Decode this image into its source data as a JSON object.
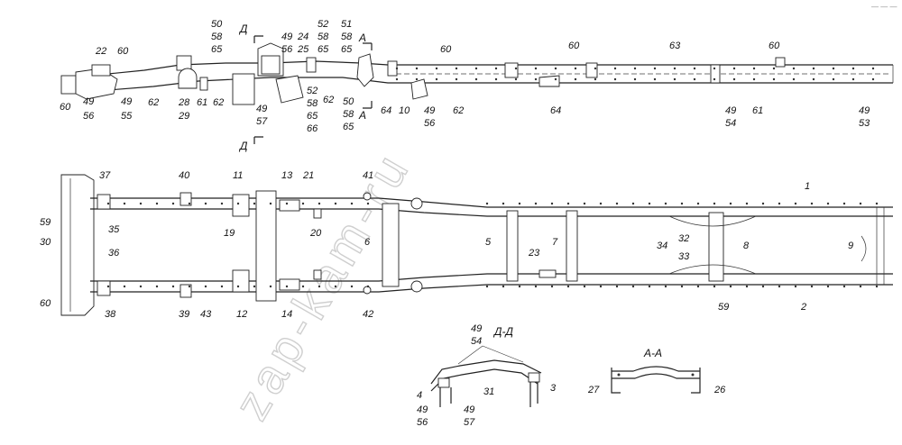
{
  "watermark": "zap-kam-ru",
  "mark": "— — —",
  "sections": {
    "dd": "Д-Д",
    "aa": "А-А",
    "arrow_d_top": "Д",
    "arrow_d_bottom": "Д",
    "arrow_a_top": "А",
    "arrow_a_bottom": "А"
  },
  "labels": {
    "side": [
      {
        "id": "s22",
        "text": "22"
      },
      {
        "id": "s60a",
        "text": "60"
      },
      {
        "id": "s60b",
        "text": "60"
      },
      {
        "id": "s49a",
        "text": "49"
      },
      {
        "id": "s56a",
        "text": "56"
      },
      {
        "id": "s49b",
        "text": "49"
      },
      {
        "id": "s55",
        "text": "55"
      },
      {
        "id": "s62a",
        "text": "62"
      },
      {
        "id": "s28",
        "text": "28"
      },
      {
        "id": "s29",
        "text": "29"
      },
      {
        "id": "s61a",
        "text": "61"
      },
      {
        "id": "s62b",
        "text": "62"
      },
      {
        "id": "s50a",
        "text": "50"
      },
      {
        "id": "s58a",
        "text": "58"
      },
      {
        "id": "s65a",
        "text": "65"
      },
      {
        "id": "s49c",
        "text": "49"
      },
      {
        "id": "s56b",
        "text": "56"
      },
      {
        "id": "s24",
        "text": "24"
      },
      {
        "id": "s25",
        "text": "25"
      },
      {
        "id": "s52a",
        "text": "52"
      },
      {
        "id": "s58b",
        "text": "58"
      },
      {
        "id": "s65b",
        "text": "65"
      },
      {
        "id": "s51",
        "text": "51"
      },
      {
        "id": "s58c",
        "text": "58"
      },
      {
        "id": "s65c",
        "text": "65"
      },
      {
        "id": "s49d",
        "text": "49"
      },
      {
        "id": "s57a",
        "text": "57"
      },
      {
        "id": "s52b",
        "text": "52"
      },
      {
        "id": "s58d",
        "text": "58"
      },
      {
        "id": "s65d",
        "text": "65"
      },
      {
        "id": "s66",
        "text": "66"
      },
      {
        "id": "s62c",
        "text": "62"
      },
      {
        "id": "s50b",
        "text": "50"
      },
      {
        "id": "s58e",
        "text": "58"
      },
      {
        "id": "s65e",
        "text": "65"
      },
      {
        "id": "s64a",
        "text": "64"
      },
      {
        "id": "s10",
        "text": "10"
      },
      {
        "id": "s49e",
        "text": "49"
      },
      {
        "id": "s56c",
        "text": "56"
      },
      {
        "id": "s62d",
        "text": "62"
      },
      {
        "id": "s60c",
        "text": "60"
      },
      {
        "id": "s60d",
        "text": "60"
      },
      {
        "id": "s64b",
        "text": "64"
      },
      {
        "id": "s63",
        "text": "63"
      },
      {
        "id": "s49f",
        "text": "49"
      },
      {
        "id": "s54a",
        "text": "54"
      },
      {
        "id": "s61b",
        "text": "61"
      },
      {
        "id": "s60e",
        "text": "60"
      },
      {
        "id": "s49g",
        "text": "49"
      },
      {
        "id": "s53",
        "text": "53"
      }
    ],
    "plan": [
      {
        "id": "p37",
        "text": "37"
      },
      {
        "id": "p40",
        "text": "40"
      },
      {
        "id": "p11",
        "text": "11"
      },
      {
        "id": "p13",
        "text": "13"
      },
      {
        "id": "p21",
        "text": "21"
      },
      {
        "id": "p41",
        "text": "41"
      },
      {
        "id": "p1",
        "text": "1"
      },
      {
        "id": "p59a",
        "text": "59"
      },
      {
        "id": "p35",
        "text": "35"
      },
      {
        "id": "p30",
        "text": "30"
      },
      {
        "id": "p19",
        "text": "19"
      },
      {
        "id": "p20",
        "text": "20"
      },
      {
        "id": "p6",
        "text": "6"
      },
      {
        "id": "p5",
        "text": "5"
      },
      {
        "id": "p7",
        "text": "7"
      },
      {
        "id": "p34",
        "text": "34"
      },
      {
        "id": "p32",
        "text": "32"
      },
      {
        "id": "p8",
        "text": "8"
      },
      {
        "id": "p9",
        "text": "9"
      },
      {
        "id": "p36",
        "text": "36"
      },
      {
        "id": "p23",
        "text": "23"
      },
      {
        "id": "p33",
        "text": "33"
      },
      {
        "id": "p60",
        "text": "60"
      },
      {
        "id": "p38",
        "text": "38"
      },
      {
        "id": "p39",
        "text": "39"
      },
      {
        "id": "p43",
        "text": "43"
      },
      {
        "id": "p12",
        "text": "12"
      },
      {
        "id": "p14",
        "text": "14"
      },
      {
        "id": "p42",
        "text": "42"
      },
      {
        "id": "p59b",
        "text": "59"
      },
      {
        "id": "p2",
        "text": "2"
      }
    ],
    "dd": [
      {
        "id": "d49a",
        "text": "49"
      },
      {
        "id": "d54",
        "text": "54"
      },
      {
        "id": "d31",
        "text": "31"
      },
      {
        "id": "d3",
        "text": "3"
      },
      {
        "id": "d4",
        "text": "4"
      },
      {
        "id": "d49b",
        "text": "49"
      },
      {
        "id": "d56",
        "text": "56"
      },
      {
        "id": "d49c",
        "text": "49"
      },
      {
        "id": "d57",
        "text": "57"
      }
    ],
    "aa": [
      {
        "id": "a27",
        "text": "27"
      },
      {
        "id": "a26",
        "text": "26"
      }
    ]
  }
}
